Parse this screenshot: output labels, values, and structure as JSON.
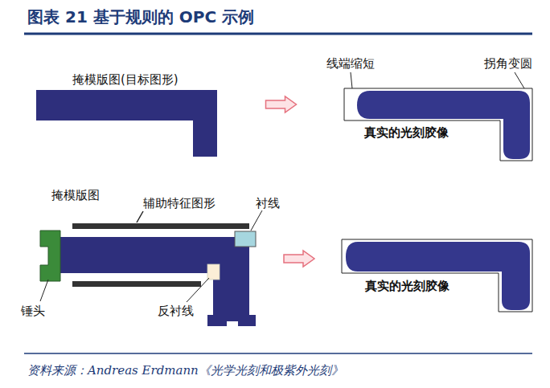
{
  "diagram": {
    "title": "图表 21 基于规则的 OPC 示例",
    "caption": "资料来源：Andreas Erdmann《光学光刻和极紫外光刻》",
    "nodes": [
      {
        "text": [
          "掩模版图(目标图形)"
        ]
      },
      {
        "text": [
          "真实的光刻胶像"
        ]
      },
      {
        "text": [
          "掩模版图"
        ]
      },
      {
        "text": [
          "真实的光刻胶像"
        ]
      }
    ],
    "edges": [
      {
        "from": 0,
        "to": 1,
        "arrow": "to"
      },
      {
        "from": 2,
        "to": 3,
        "arrow": "to"
      }
    ],
    "labels": [
      "线端缩短",
      "拐角变圆",
      "辅助特征图形",
      "衬线",
      "锤头",
      "反衬线"
    ]
  }
}
